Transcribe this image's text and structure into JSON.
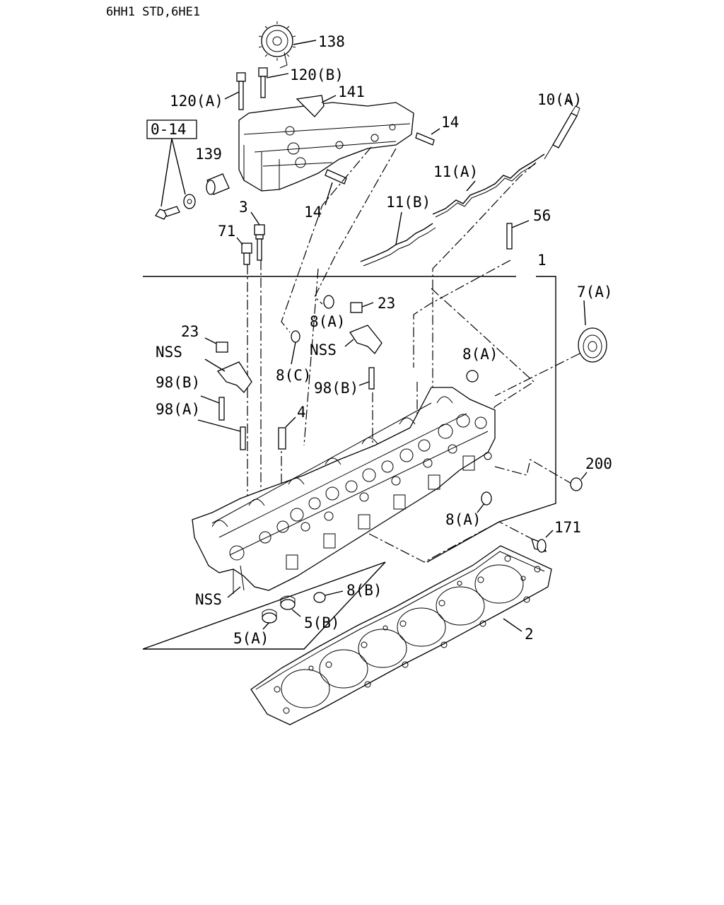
{
  "header": {
    "model_text": "6HH1 STD,6HE1"
  },
  "callouts": {
    "c138": "138",
    "c120b": "120(B)",
    "c120a": "120(A)",
    "c141": "141",
    "c10a": "10(A)",
    "c014": "0-14",
    "c14_top": "14",
    "c139": "139",
    "c11a": "11(A)",
    "c14_mid": "14",
    "c11b": "11(B)",
    "c3": "3",
    "c56": "56",
    "c71": "71",
    "c1": "1",
    "c7a": "7(A)",
    "c8a_1": "8(A)",
    "c23_1": "23",
    "c23_2": "23",
    "cnss_1": "NSS",
    "cnss_2": "NSS",
    "c8a_2": "8(A)",
    "c8c": "8(C)",
    "c98b_1": "98(B)",
    "c98b_2": "98(B)",
    "c98a": "98(A)",
    "c4": "4",
    "c200": "200",
    "c8a_3": "8(A)",
    "c171": "171",
    "c8b": "8(B)",
    "cnss_3": "NSS",
    "c2": "2",
    "c5b": "5(B)",
    "c5a": "5(A)"
  }
}
